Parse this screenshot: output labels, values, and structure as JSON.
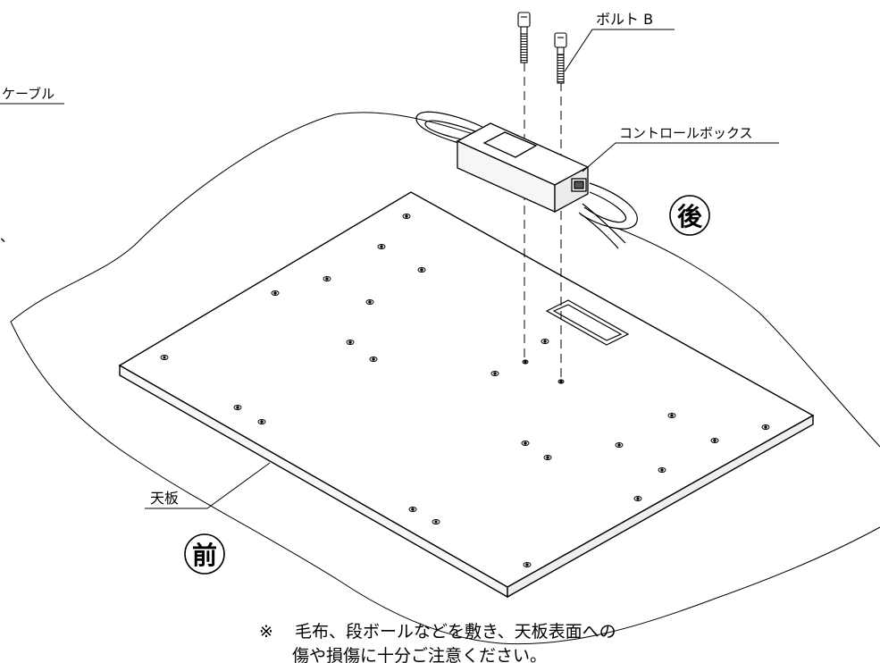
{
  "labels": {
    "cable": "ケーブル",
    "bolt_b": "ボルト B",
    "control_box": "コントロールボックス",
    "top_board": "天板"
  },
  "markers": {
    "rear": "後",
    "front": "前"
  },
  "note": {
    "mark": "※",
    "line1": "毛布、段ボールなどを敷き、天板表面への",
    "line2": "傷や損傷に十分ご注意ください。"
  },
  "fragments": {
    "left_comma": "、"
  },
  "colors": {
    "line": "#000000",
    "background": "#ffffff"
  }
}
